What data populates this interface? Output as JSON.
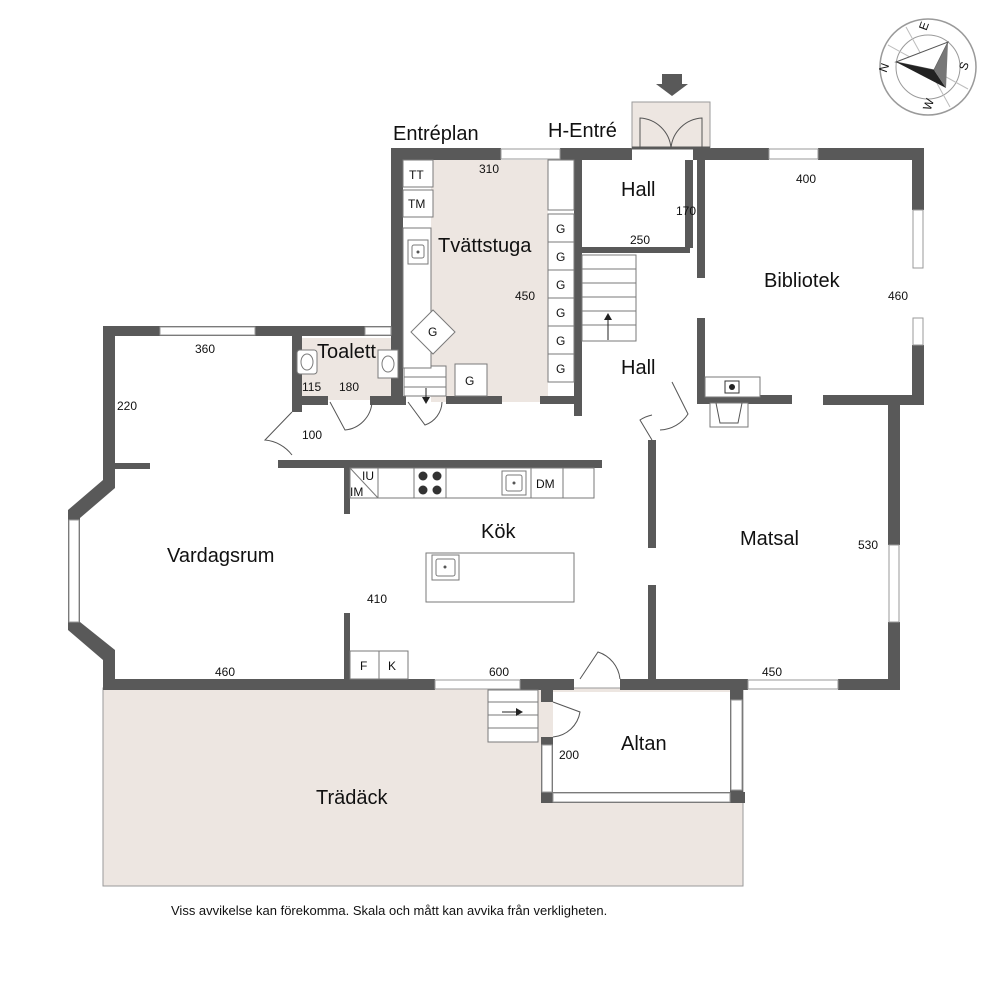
{
  "rooms": {
    "entreplan": "Entréplan",
    "h_entre": "H-Entré",
    "hall_upper": "Hall",
    "hall_lower": "Hall",
    "tvattstuga": "Tvättstuga",
    "toalett": "Toalett",
    "bibliotek": "Bibliotek",
    "vardagsrum": "Vardagsrum",
    "kok": "Kök",
    "matsal": "Matsal",
    "altan": "Altan",
    "tradack": "Trädäck"
  },
  "dimensions": {
    "tvatt_width": "310",
    "tvatt_length": "450",
    "hall_width": "170",
    "stair_width": "250",
    "bibliotek_width": "400",
    "bibliotek_length": "460",
    "vardagsrum_top": "360",
    "vardagsrum_side": "220",
    "vardagsrum_bottom": "460",
    "toalett_w": "115",
    "toalett_l": "180",
    "passage": "100",
    "kok_depth": "410",
    "kok_bottom": "600",
    "matsal_length": "530",
    "matsal_bottom": "450",
    "altan_depth": "200"
  },
  "fixtures": {
    "tt": "TT",
    "tm": "TM",
    "g": "G",
    "iu": "IU",
    "im": "IM",
    "dm": "DM",
    "f": "F",
    "k": "K"
  },
  "compass": {
    "n": "N",
    "e": "E",
    "s": "S",
    "w": "W"
  },
  "colors": {
    "wall": "#595959",
    "floor_fill": "#ede6e1",
    "window": "#ffffff"
  },
  "footer_note": "Viss avvikelse kan förekomma. Skala och mått kan avvika från verkligheten."
}
